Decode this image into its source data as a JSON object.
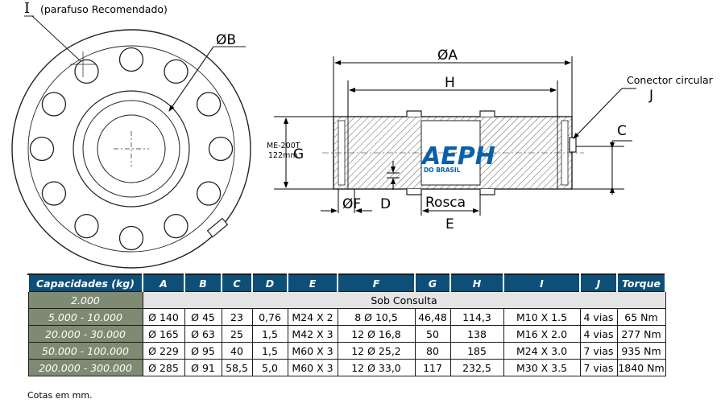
{
  "drawing": {
    "label_i": "I",
    "label_i_note": "(parafuso Recomendado)",
    "label_b": "ØB",
    "label_a": "ØA",
    "label_h": "H",
    "label_conector": "Conector circular",
    "label_j": "J",
    "label_c": "C",
    "label_g": "G",
    "label_model": "ME-200T",
    "label_model_size": "122mm",
    "label_f": "ØF",
    "label_d": "D",
    "label_rosca": "Rosca",
    "label_e": "E",
    "logo_text": "AEPH",
    "logo_sub": "DO BRASIL"
  },
  "table": {
    "headers": [
      "Capacidades (kg)",
      "A",
      "B",
      "C",
      "D",
      "E",
      "F",
      "G",
      "H",
      "I",
      "J",
      "Torque"
    ],
    "consult_row": {
      "capacity": "2.000",
      "text": "Sob Consulta"
    },
    "rows": [
      {
        "capacity": "5.000 - 10.000",
        "cells": [
          "Ø 140",
          "Ø 45",
          "23",
          "0,76",
          "M24 X 2",
          "8   Ø 10,5",
          "46,48",
          "114,3",
          "M10 X 1.5",
          "4 vias",
          "65 Nm"
        ]
      },
      {
        "capacity": "20.000 - 30.000",
        "cells": [
          "Ø 165",
          "Ø 63",
          "25",
          "1,5",
          "M42 X 3",
          "12  Ø 16,8",
          "50",
          "138",
          "M16 X 2.0",
          "4 vias",
          "277 Nm"
        ]
      },
      {
        "capacity": "50.000 - 100.000",
        "cells": [
          "Ø 229",
          "Ø 95",
          "40",
          "1,5",
          "M60 X 3",
          "12  Ø 25,2",
          "80",
          "185",
          "M24 X 3.0",
          "7 vias",
          "935 Nm"
        ]
      },
      {
        "capacity": "200.000 - 300.000",
        "cells": [
          "Ø 285",
          "Ø 91",
          "58,5",
          "5,0",
          "M60 X 3",
          "12  Ø 33,0",
          "117",
          "232,5",
          "M30 X 3.5",
          "7 vias",
          "1840 Nm"
        ]
      }
    ]
  },
  "note": "Cotas em mm."
}
